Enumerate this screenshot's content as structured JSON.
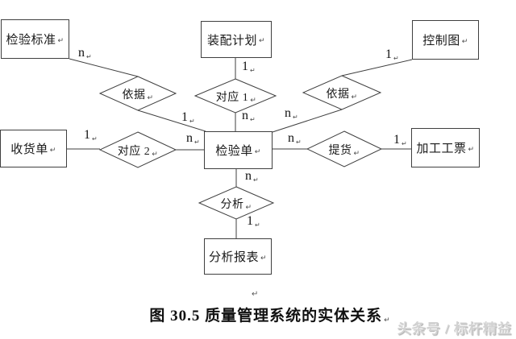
{
  "diagram": {
    "entities": [
      {
        "id": "inspection-standard",
        "label": "检验标准"
      },
      {
        "id": "assembly-plan",
        "label": "装配计划"
      },
      {
        "id": "control-chart",
        "label": "控制图"
      },
      {
        "id": "receipt-note",
        "label": "收货单"
      },
      {
        "id": "inspection-sheet",
        "label": "检验单"
      },
      {
        "id": "process-ticket",
        "label": "加工工票"
      },
      {
        "id": "analysis-report",
        "label": "分析报表"
      }
    ],
    "relationships": [
      {
        "id": "basis-left",
        "label": "依据"
      },
      {
        "id": "correspond-1",
        "label": "对应 1"
      },
      {
        "id": "basis-right",
        "label": "依据"
      },
      {
        "id": "correspond-2",
        "label": "对应 2"
      },
      {
        "id": "pickup",
        "label": "提货"
      },
      {
        "id": "analysis",
        "label": "分析"
      }
    ],
    "cardinalities": [
      {
        "edge": "inspection-standard-to-basis-left",
        "label": "n"
      },
      {
        "edge": "assembly-plan-to-correspond-1",
        "label": "1"
      },
      {
        "edge": "correspond-1-to-inspection-sheet",
        "label": "n"
      },
      {
        "edge": "basis-left-to-inspection-sheet",
        "label": "1"
      },
      {
        "edge": "control-chart-to-basis-right",
        "label": "1"
      },
      {
        "edge": "basis-right-to-inspection-sheet",
        "label": "n"
      },
      {
        "edge": "receipt-note-to-correspond-2",
        "label": "1"
      },
      {
        "edge": "correspond-2-to-inspection-sheet",
        "label": "n"
      },
      {
        "edge": "inspection-sheet-to-pickup",
        "label": "n"
      },
      {
        "edge": "pickup-to-process-ticket",
        "label": "1"
      },
      {
        "edge": "inspection-sheet-to-analysis",
        "label": "n"
      },
      {
        "edge": "analysis-to-analysis-report",
        "label": "1"
      }
    ]
  },
  "caption": "图 30.5 质量管理系统的实体关系",
  "watermark": "头条号 / 标杆精益",
  "marks": {
    "return": "↵"
  },
  "colors": {
    "line": "#3f3f3f",
    "text": "#1a1a1a",
    "watermark": "#d2d2d2"
  }
}
